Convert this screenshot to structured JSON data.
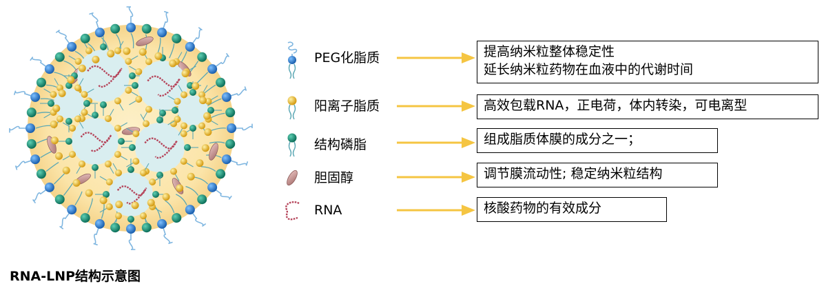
{
  "caption": "RNA-LNP结构示意图",
  "legend": [
    {
      "key": "peg",
      "label": "PEG化脂质",
      "desc": [
        "提高纳米粒整体稳定性",
        "延长纳米粒药物在血液中的代谢时间"
      ]
    },
    {
      "key": "cationic",
      "label": "阳离子脂质",
      "desc": [
        "高效包载RNA，正电荷，体内转染，可电离型"
      ]
    },
    {
      "key": "phospholipid",
      "label": "结构磷脂",
      "desc": [
        "组成脂质体膜的成分之一；"
      ]
    },
    {
      "key": "cholesterol",
      "label": "胆固醇",
      "desc": [
        "调节膜流动性; 稳定纳米粒结构"
      ]
    },
    {
      "key": "rna",
      "label": "RNA",
      "desc": [
        "核酸药物的有效成分"
      ]
    }
  ],
  "colors": {
    "peg_head": "#1f6fc0",
    "peg_chain": "#7fb6e0",
    "phospholipid_head": "#12866f",
    "cationic_head": "#e0a81c",
    "cholesterol": "#c99a98",
    "core_yellow": "#fbe4a8",
    "aqueous": "#d9eef0",
    "rna": "#b5445a",
    "arrow": "#f5c542",
    "tail": "#5aa7b4"
  }
}
